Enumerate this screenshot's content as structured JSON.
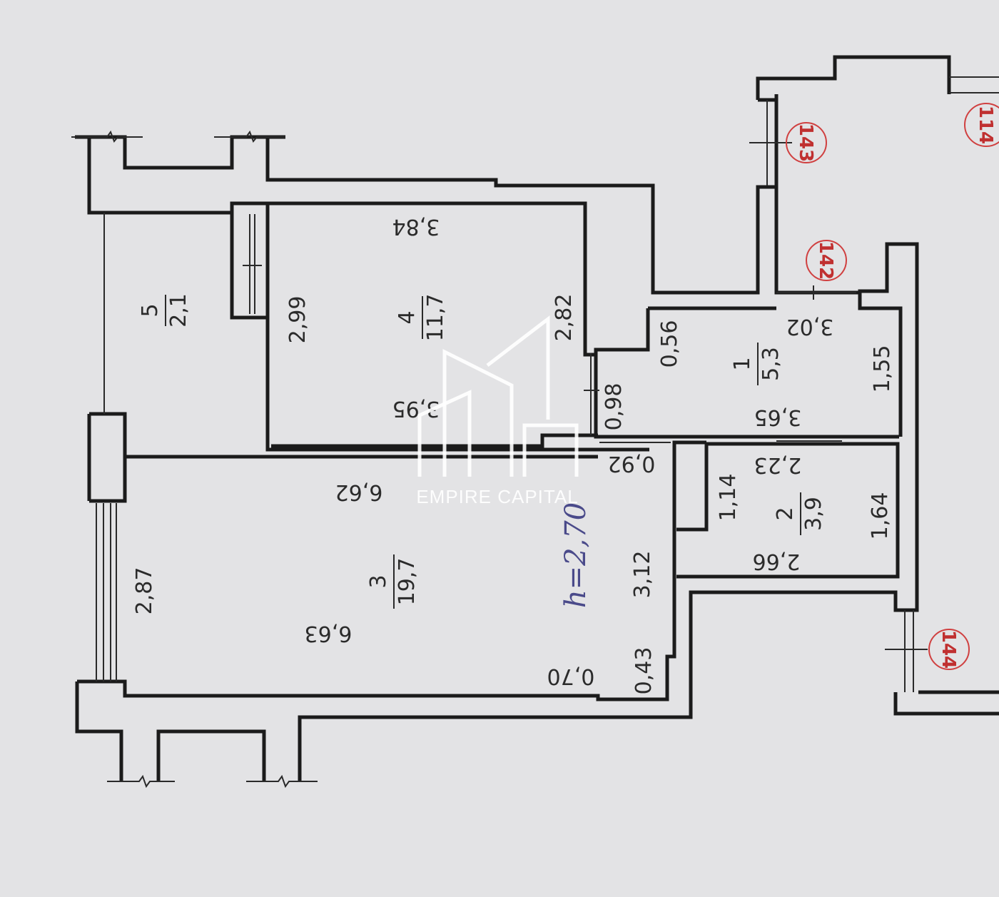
{
  "rooms": [
    {
      "number": "1",
      "area": "5,3"
    },
    {
      "number": "2",
      "area": "3,9"
    },
    {
      "number": "3",
      "area": "19,7"
    },
    {
      "number": "4",
      "area": "11,7"
    },
    {
      "number": "5",
      "area": "2,1"
    }
  ],
  "dimensions": {
    "d_3_84": "3,84",
    "d_2_99": "2,99",
    "d_2_82": "2,82",
    "d_3_95": "3,95",
    "d_0_98": "0,98",
    "d_0_92": "0,92",
    "d_6_62": "6,62",
    "d_2_87": "2,87",
    "d_6_63": "6,63",
    "d_3_12": "3,12",
    "d_0_43": "0,43",
    "d_0_70": "0,70",
    "d_0_56": "0,56",
    "d_3_02": "3,02",
    "d_1_55": "1,55",
    "d_3_65": "3,65",
    "d_2_23": "2,23",
    "d_1_14": "1,14",
    "d_1_64": "1,64",
    "d_2_66": "2,66"
  },
  "ceiling_height": "h=2,70",
  "axis_marks": [
    "143",
    "142",
    "144",
    "114"
  ],
  "watermark": "EMPIRE CAPITAL"
}
